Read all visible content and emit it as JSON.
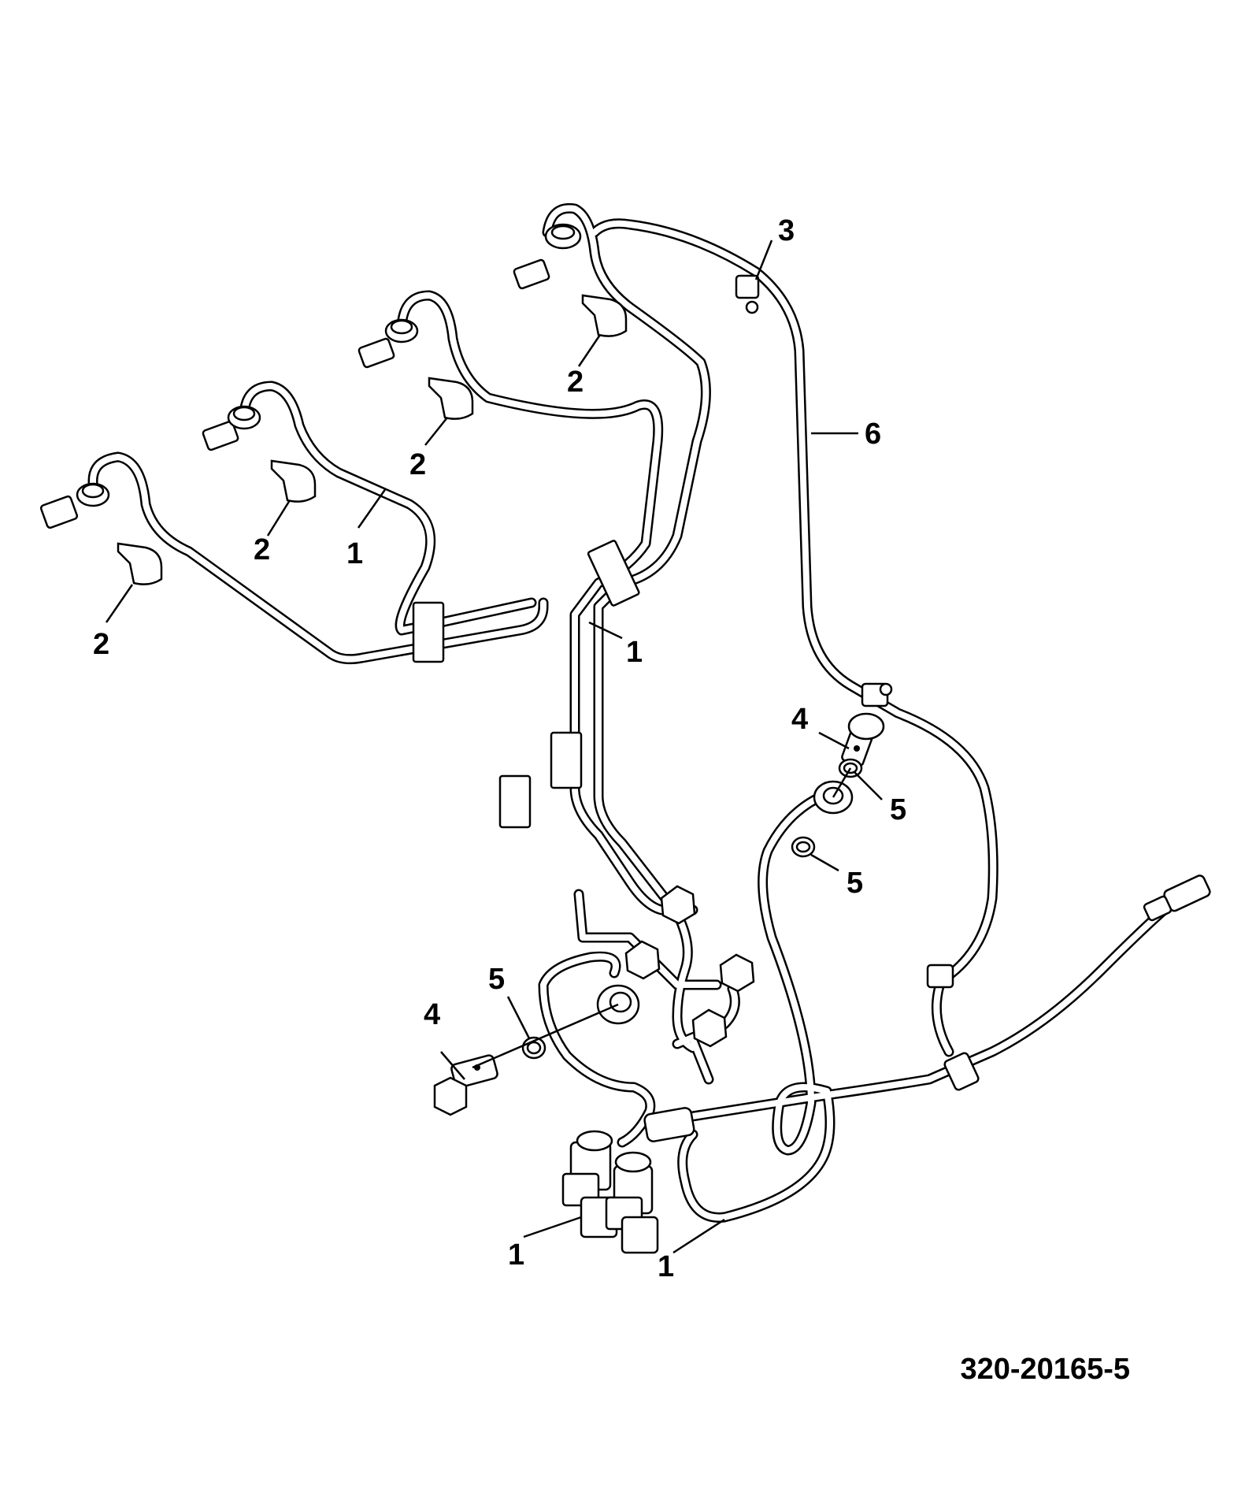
{
  "callouts": [
    {
      "id": "c1",
      "label": "1"
    },
    {
      "id": "c2",
      "label": "1"
    },
    {
      "id": "c3",
      "label": "1"
    },
    {
      "id": "c4",
      "label": "1"
    },
    {
      "id": "c5",
      "label": "2"
    },
    {
      "id": "c6",
      "label": "2"
    },
    {
      "id": "c7",
      "label": "2"
    },
    {
      "id": "c8",
      "label": "2"
    },
    {
      "id": "c9",
      "label": "3"
    },
    {
      "id": "c10",
      "label": "4"
    },
    {
      "id": "c11",
      "label": "4"
    },
    {
      "id": "c12",
      "label": "5"
    },
    {
      "id": "c13",
      "label": "5"
    },
    {
      "id": "c14",
      "label": "5"
    },
    {
      "id": "c15",
      "label": "6"
    }
  ],
  "document_number": "320-20165-5"
}
